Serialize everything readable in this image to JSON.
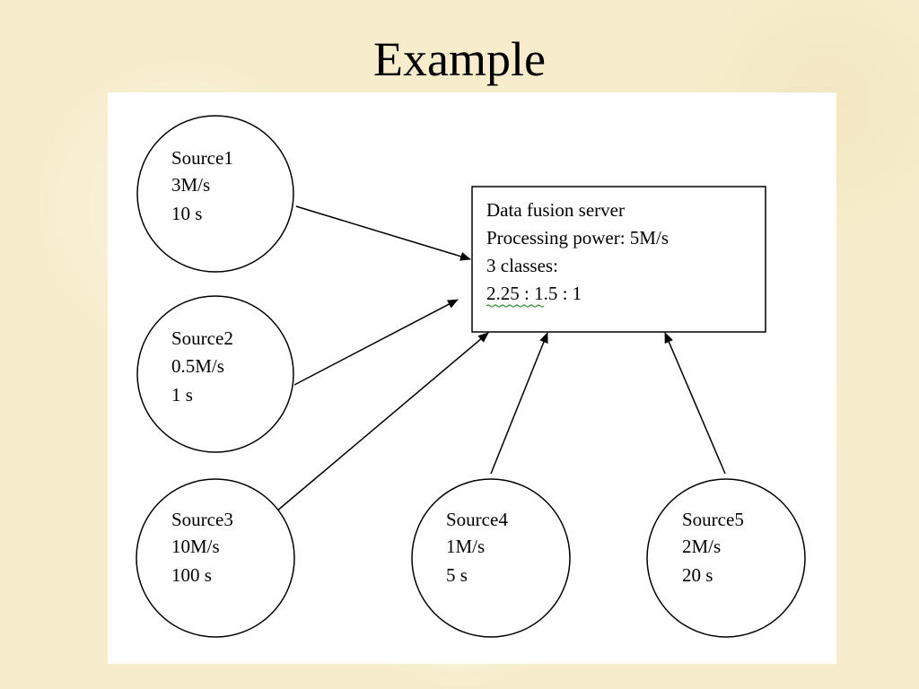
{
  "slide": {
    "title": "Example"
  },
  "diagram": {
    "server": {
      "lines": [
        "Data fusion server",
        "Processing power: 5M/s",
        "3 classes:",
        "2.25 : 1.5 : 1"
      ]
    },
    "sources": [
      {
        "name": "Source1",
        "rate": "3M/s",
        "time": "10 s"
      },
      {
        "name": "Source2",
        "rate": "0.5M/s",
        "time": "1 s"
      },
      {
        "name": "Source3",
        "rate": "10M/s",
        "time": "100 s"
      },
      {
        "name": "Source4",
        "rate": "1M/s",
        "time": "5 s"
      },
      {
        "name": "Source5",
        "rate": "2M/s",
        "time": "20 s"
      }
    ],
    "colors": {
      "background": "#f7edcc",
      "panel": "#ffffff",
      "stroke": "#000000",
      "spellcheck_underline": "#2e8b2e"
    }
  }
}
